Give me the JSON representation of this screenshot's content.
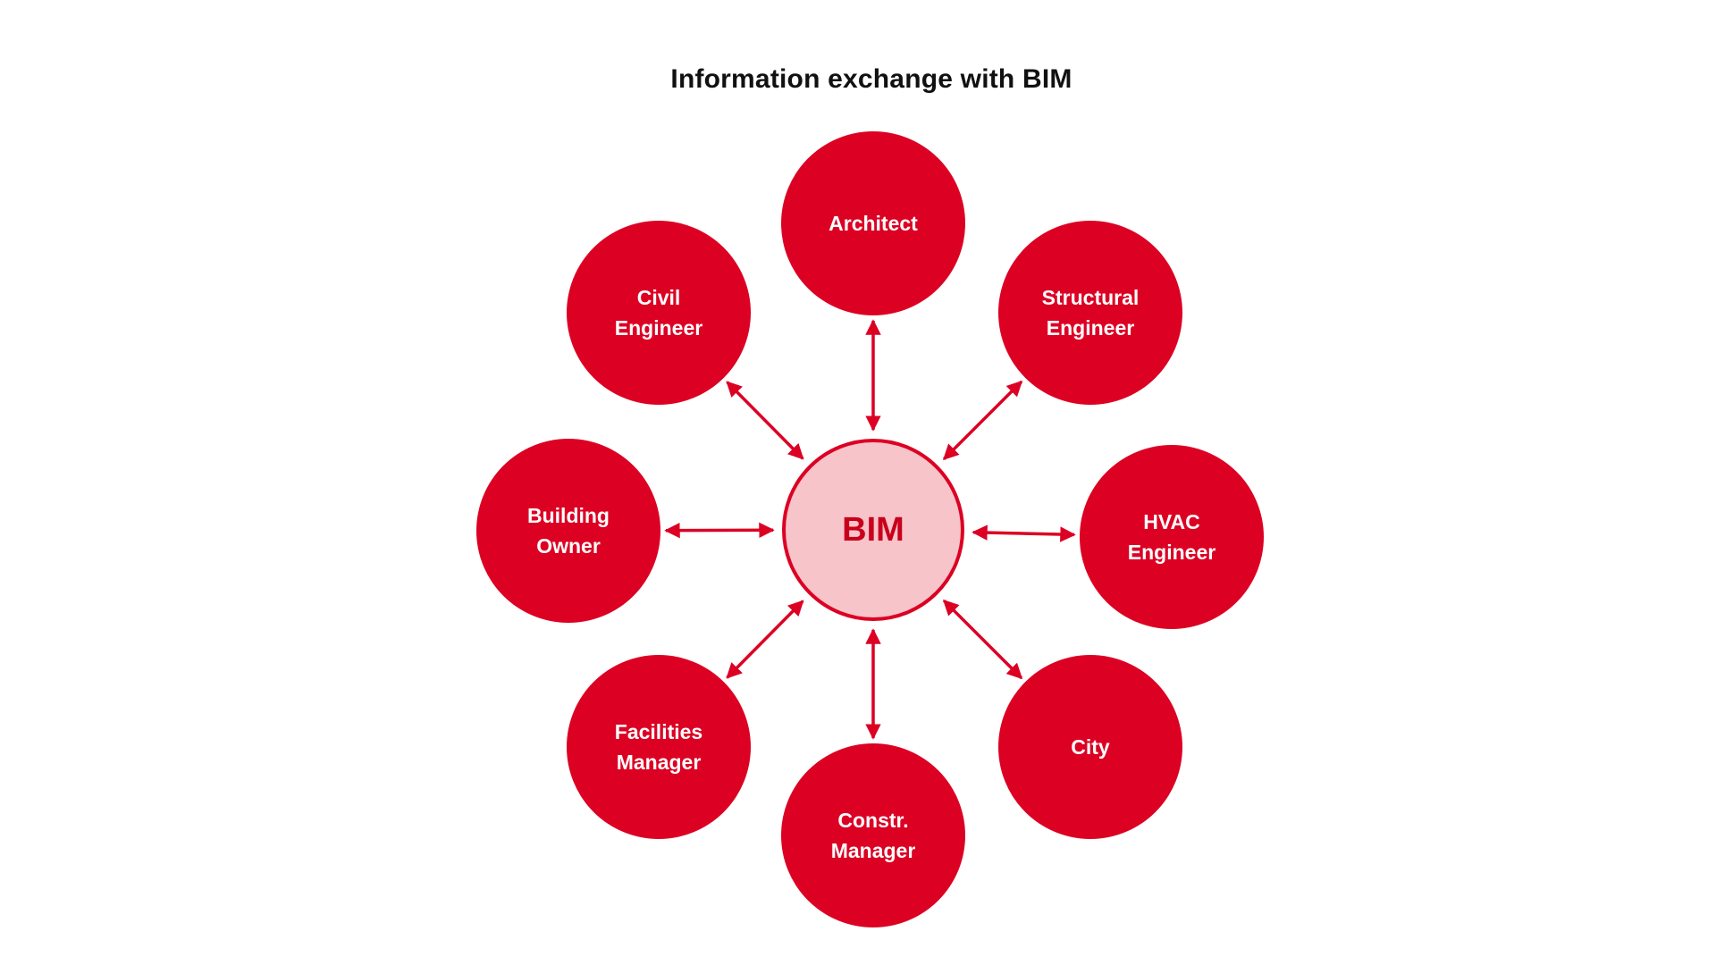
{
  "title": "Information exchange with BIM",
  "colors": {
    "node_fill": "#dc0023",
    "center_fill": "#f7c4ca",
    "center_border": "#dc0023",
    "arrow": "#dc0023",
    "node_text": "#ffffff",
    "center_text": "#c8001c"
  },
  "center": {
    "label": "BIM"
  },
  "nodes": [
    {
      "id": "architect",
      "label": "Architect"
    },
    {
      "id": "structural-engineer",
      "label": "Structural\nEngineer"
    },
    {
      "id": "hvac-engineer",
      "label": "HVAC\nEngineer"
    },
    {
      "id": "city",
      "label": "City"
    },
    {
      "id": "constr-manager",
      "label": "Constr.\nManager"
    },
    {
      "id": "facilities-manager",
      "label": "Facilities\nManager"
    },
    {
      "id": "building-owner",
      "label": "Building\nOwner"
    },
    {
      "id": "civil-engineer",
      "label": "Civil\nEngineer"
    }
  ],
  "connections": [
    {
      "from": "center",
      "to": "architect",
      "direction": "both"
    },
    {
      "from": "center",
      "to": "structural-engineer",
      "direction": "both"
    },
    {
      "from": "center",
      "to": "hvac-engineer",
      "direction": "both"
    },
    {
      "from": "center",
      "to": "city",
      "direction": "both"
    },
    {
      "from": "center",
      "to": "constr-manager",
      "direction": "both"
    },
    {
      "from": "center",
      "to": "facilities-manager",
      "direction": "both"
    },
    {
      "from": "center",
      "to": "building-owner",
      "direction": "both"
    },
    {
      "from": "center",
      "to": "civil-engineer",
      "direction": "both"
    }
  ]
}
